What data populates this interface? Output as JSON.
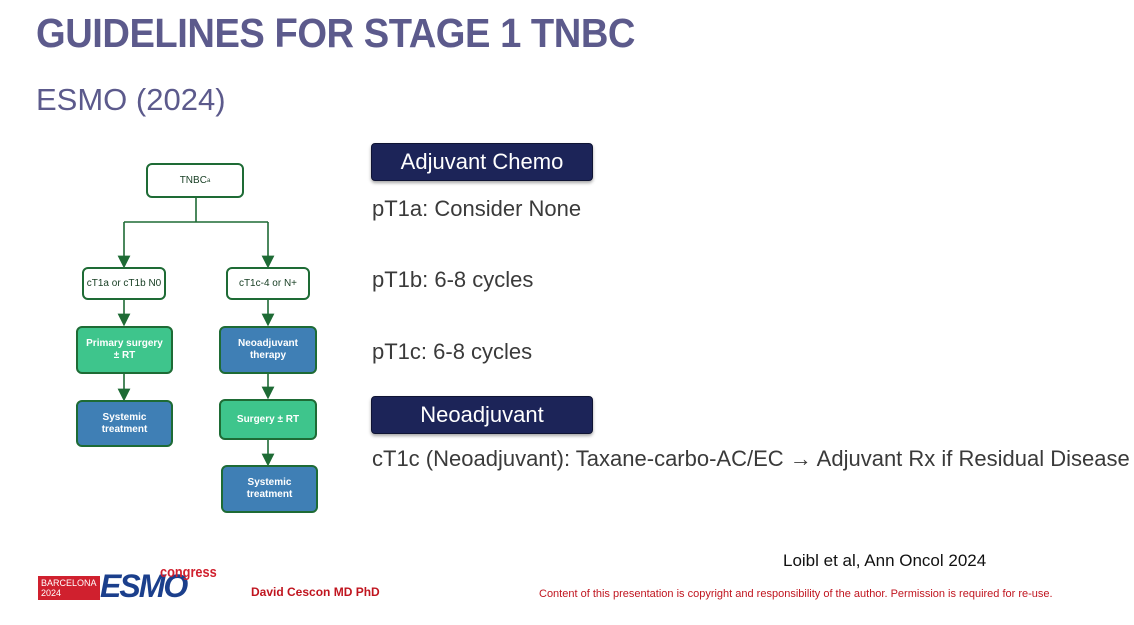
{
  "slide": {
    "title": "GUIDELINES FOR STAGE 1 TNBC",
    "subtitle": "ESMO (2024)"
  },
  "flowchart": {
    "root": "TNBC",
    "root_sup": "a",
    "left_branch": "cT1a or cT1b N0",
    "right_branch": "cT1c-4 or N+",
    "left_step1": "Primary surgery ± RT",
    "left_step2": "Systemic treatment",
    "right_step1": "Neoadjuvant therapy",
    "right_step2": "Surgery ± RT",
    "right_step3": "Systemic treatment",
    "colors": {
      "line": "#1e6b35",
      "green": "#3ec58c",
      "blue": "#3f7fb5"
    }
  },
  "panel": {
    "adjuvant_header": "Adjuvant Chemo",
    "pt1a": "pT1a: Consider None",
    "pt1b": "pT1b: 6-8 cycles",
    "pt1c": "pT1c: 6-8 cycles",
    "neoadjuvant_header": "Neoadjuvant",
    "ct1c": "cT1c (Neoadjuvant): Taxane-carbo-AC/EC → Adjuvant Rx if Residual Disease",
    "header_color": "#1c2458"
  },
  "footer": {
    "citation": "Loibl et al, Ann Oncol 2024",
    "logo_city": "BARCELONA",
    "logo_year": "2024",
    "logo_brand": "ESMO",
    "logo_congress": "congress",
    "author": "David Cescon MD PhD",
    "copyright": "Content of this presentation is copyright and responsibility of the author. Permission is required for re-use."
  }
}
